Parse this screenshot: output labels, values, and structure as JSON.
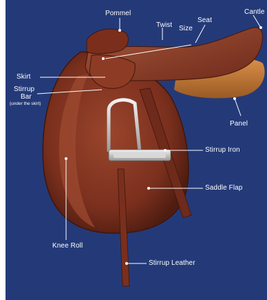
{
  "diagram": {
    "labels": {
      "pommel": "Pommel",
      "cantle": "Cantle",
      "twist": "Twist",
      "size": "Size",
      "seat": "Seat",
      "skirt": "Skirt",
      "stirrup_bar_line1": "Stirrup",
      "stirrup_bar_line2": "Bar",
      "stirrup_bar_note": "(under the skirt)",
      "panel": "Panel",
      "stirrup_iron": "Stirrup Iron",
      "saddle_flap": "Saddle Flap",
      "knee_roll": "Knee Roll",
      "stirrup_leather": "Stirrup Leather"
    },
    "colors": {
      "background": "#243a78",
      "leather": "#8a3a26",
      "leather_dark": "#5e2416",
      "panel": "#c47a3a",
      "label": "#ffffff"
    }
  }
}
